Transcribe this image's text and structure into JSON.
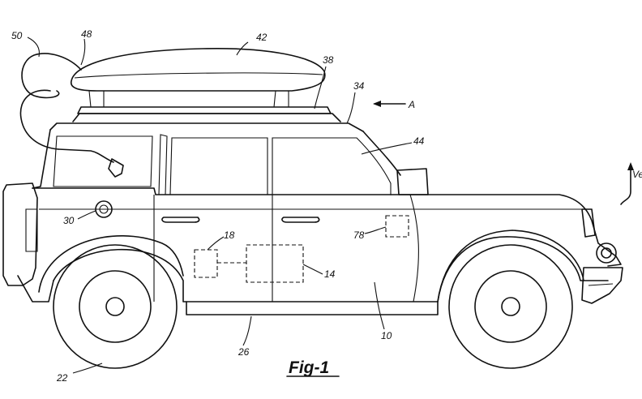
{
  "figure": {
    "title": "Fig-1",
    "direction_label": "A",
    "side_label": "Ve"
  },
  "refs": {
    "r50": "50",
    "r48": "48",
    "r42": "42",
    "r38": "38",
    "r34": "34",
    "r44": "44",
    "r30": "30",
    "r18": "18",
    "r78": "78",
    "r14": "14",
    "r26": "26",
    "r10": "10",
    "r22": "22"
  }
}
